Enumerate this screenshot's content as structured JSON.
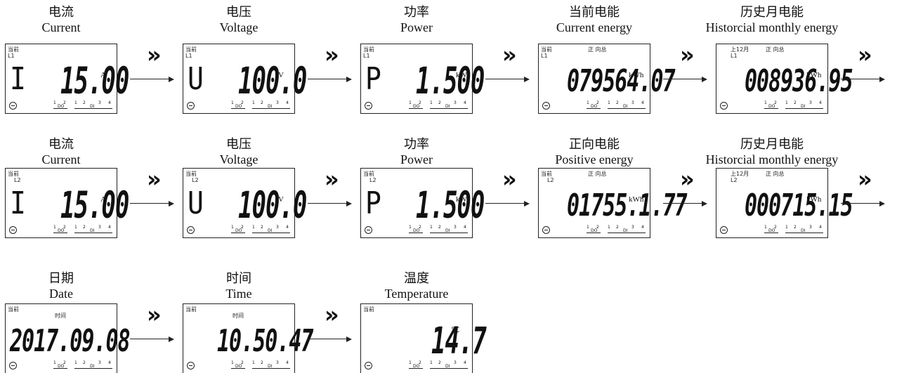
{
  "rows": [
    {
      "id": "row-l1",
      "screens": [
        {
          "caption_cn": "电流",
          "caption_en": "Current",
          "top_label": "当前",
          "line_label": "L1",
          "symbol": "I",
          "value": "15.00",
          "unit": "A",
          "sub_label": ""
        },
        {
          "caption_cn": "电压",
          "caption_en": "Voltage",
          "top_label": "当前",
          "line_label": "L1",
          "symbol": "U",
          "value": "100.0",
          "unit": "V",
          "sub_label": ""
        },
        {
          "caption_cn": "功率",
          "caption_en": "Power",
          "top_label": "当前",
          "line_label": "L1",
          "symbol": "P",
          "value": "1.500",
          "unit": "kW",
          "sub_label": ""
        },
        {
          "caption_cn": "当前电能",
          "caption_en": "Current energy",
          "top_label": "当前",
          "line_label": "L1",
          "symbol": "",
          "value": "079564.07",
          "unit": "kWh",
          "sub_label": "正 向总"
        },
        {
          "caption_cn": "历史月电能",
          "caption_en": "Historcial monthly energy",
          "top_label": "上12月",
          "line_label": "L1",
          "symbol": "",
          "value": "008936.95",
          "unit": "kWh",
          "sub_label": "正 向总"
        }
      ]
    },
    {
      "id": "row-l2",
      "screens": [
        {
          "caption_cn": "电流",
          "caption_en": "Current",
          "top_label": "当前",
          "line_label": "L2",
          "symbol": "I",
          "value": "15.00",
          "unit": "A",
          "sub_label": ""
        },
        {
          "caption_cn": "电压",
          "caption_en": "Voltage",
          "top_label": "当前",
          "line_label": "L2",
          "symbol": "U",
          "value": "100.0",
          "unit": "V",
          "sub_label": ""
        },
        {
          "caption_cn": "功率",
          "caption_en": "Power",
          "top_label": "当前",
          "line_label": "L2",
          "symbol": "P",
          "value": "1.500",
          "unit": "kW",
          "sub_label": ""
        },
        {
          "caption_cn": "正向电能",
          "caption_en": "Positive energy",
          "top_label": "当前",
          "line_label": "L2",
          "symbol": "",
          "value": "01755.1.77",
          "unit": "kWh",
          "sub_label": "正 向总"
        },
        {
          "caption_cn": "历史月电能",
          "caption_en": "Historcial monthly energy",
          "top_label": "上12月",
          "line_label": "L2",
          "symbol": "",
          "value": "000715.15",
          "unit": "kWh",
          "sub_label": "正 向总"
        }
      ]
    },
    {
      "id": "row-misc",
      "screens": [
        {
          "caption_cn": "日期",
          "caption_en": "Date",
          "top_label": "当前",
          "line_label": "",
          "symbol": "",
          "value": "2017.09.08",
          "unit": "",
          "sub_label": "时间"
        },
        {
          "caption_cn": "时间",
          "caption_en": "Time",
          "top_label": "当前",
          "line_label": "",
          "symbol": "",
          "value": "10.50.47",
          "unit": "",
          "sub_label": "时间"
        },
        {
          "caption_cn": "温度",
          "caption_en": "Temperature",
          "top_label": "当前",
          "line_label": "",
          "symbol": "",
          "value": "14.7",
          "unit": "℃",
          "sub_label": ""
        }
      ]
    }
  ],
  "arrow_glyph": "»",
  "tariff_marks": {
    "a": "1",
    "b": "2",
    "c": "1",
    "d": "2",
    "e": "3",
    "f": "4",
    "g": "DO",
    "h": "DI"
  }
}
